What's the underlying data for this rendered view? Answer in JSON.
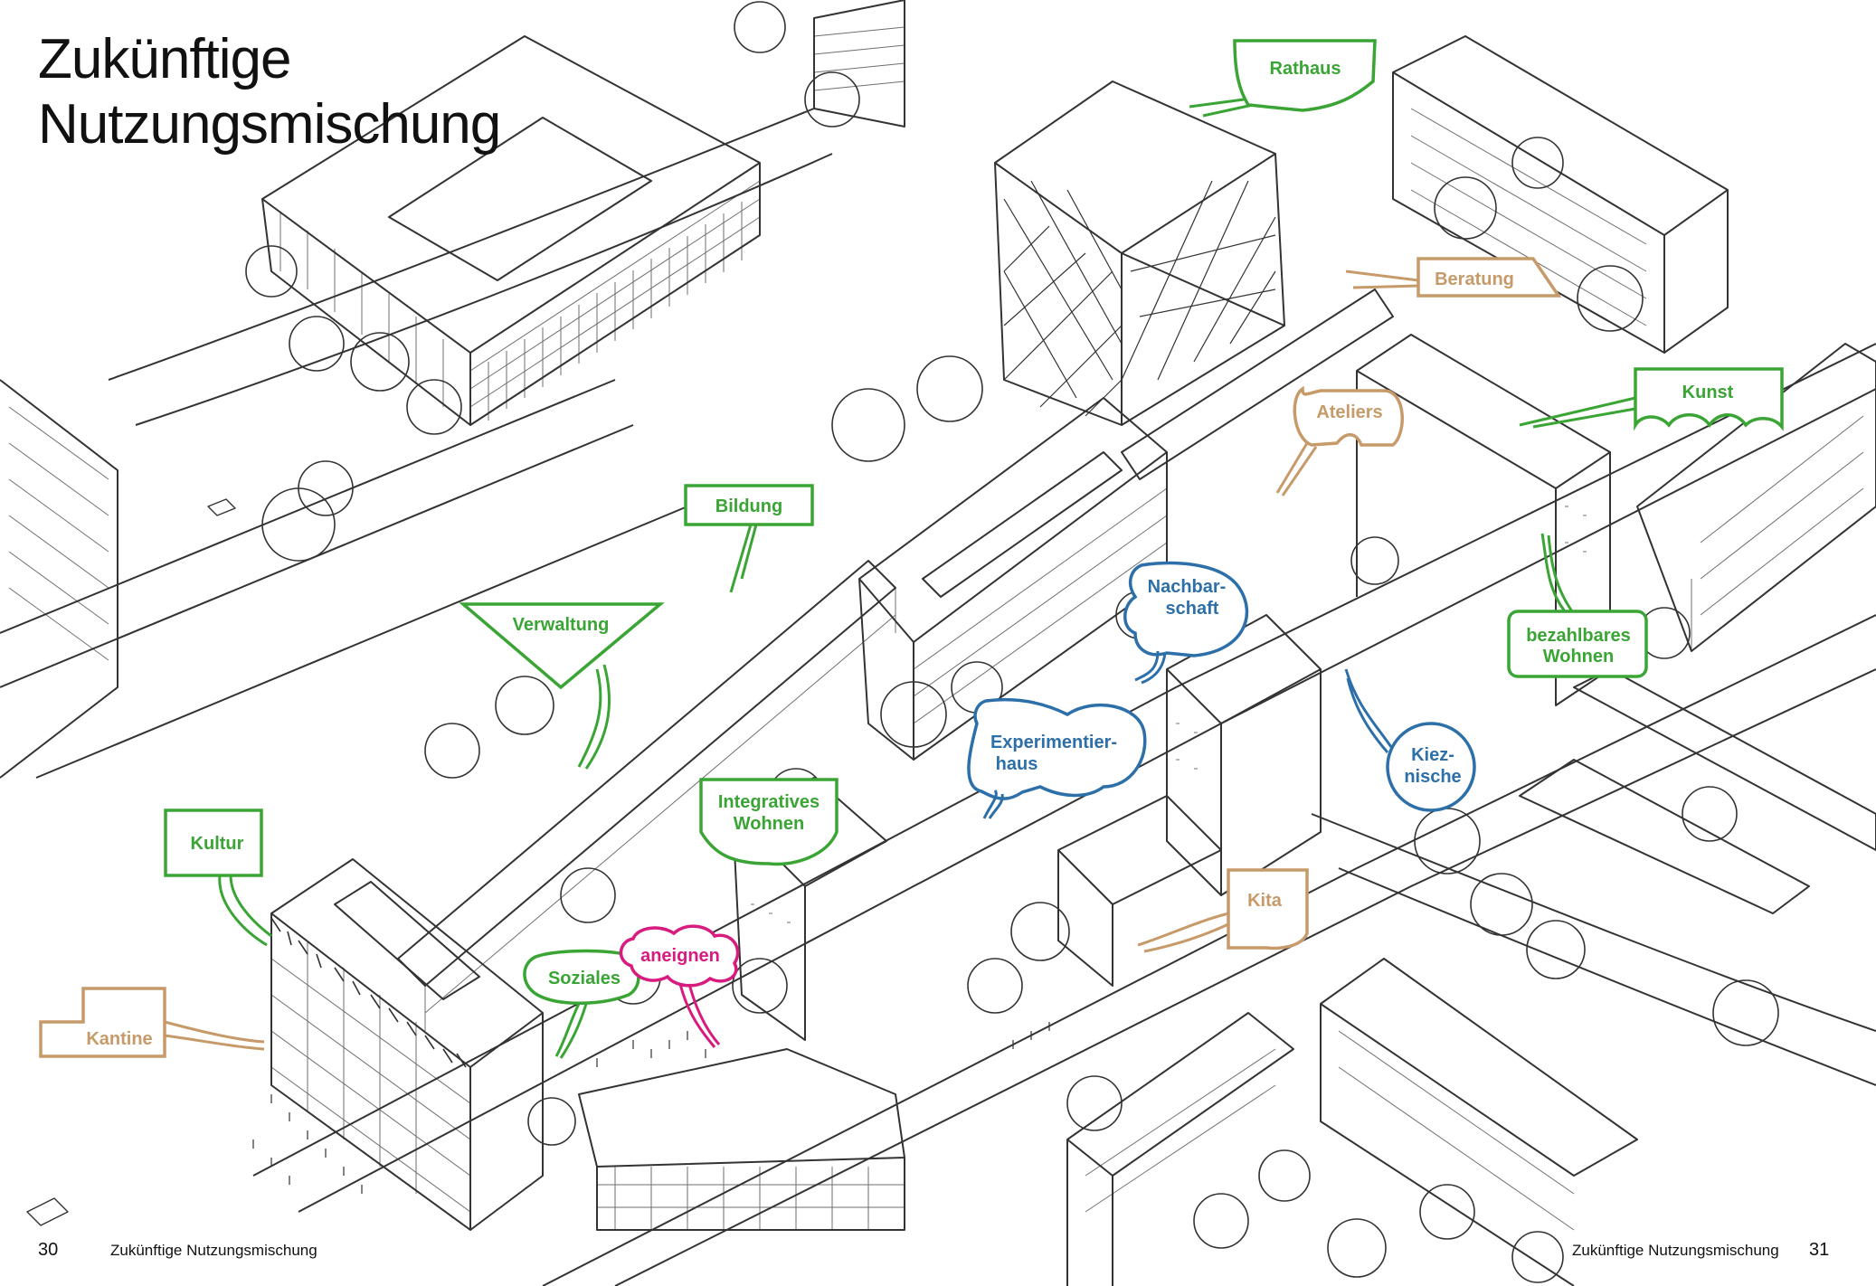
{
  "page": {
    "title_line1": "Zukünftige",
    "title_line2": "Nutzungsmischung",
    "footer_left_page": "30",
    "footer_left_title": "Zukünftige Nutzungsmischung",
    "footer_right_title": "Zukünftige Nutzungsmischung",
    "footer_right_page": "31"
  },
  "colors": {
    "green": "#3aa535",
    "blue": "#2d6fa8",
    "orange": "#c79a6a",
    "magenta": "#d81b7e",
    "ink": "#333333"
  },
  "labels": {
    "rathaus": "Rathaus",
    "beratung": "Beratung",
    "kunst": "Kunst",
    "ateliers": "Ateliers",
    "bildung": "Bildung",
    "verwaltung": "Verwaltung",
    "nachbarschaft_1": "Nachbar-",
    "nachbarschaft_2": "schaft",
    "bezahlbares_1": "bezahlbares",
    "bezahlbares_2": "Wohnen",
    "experimentier_1": "Experimentier-",
    "experimentier_2": "haus",
    "kieznische_1": "Kiez-",
    "kieznische_2": "nische",
    "integratives_1": "Integratives",
    "integratives_2": "Wohnen",
    "kultur": "Kultur",
    "kita": "Kita",
    "soziales": "Soziales",
    "aneignen": "aneignen",
    "kantine": "Kantine"
  },
  "legend_colors": {
    "green_category": "#3aa535",
    "blue_category": "#2d6fa8",
    "orange_category": "#c79a6a",
    "magenta_category": "#d81b7e"
  }
}
